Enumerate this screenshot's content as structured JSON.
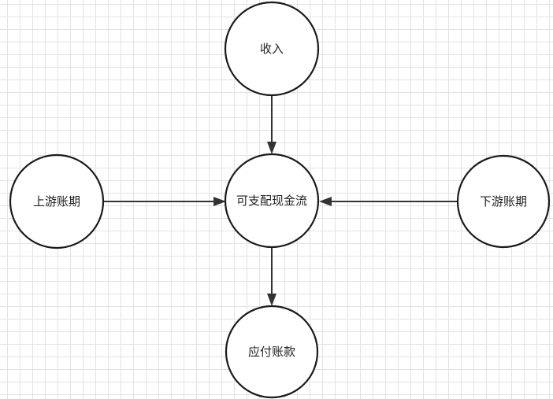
{
  "diagram": {
    "nodes": {
      "income": {
        "label": "收入"
      },
      "upstream": {
        "label": "上游账期"
      },
      "cashflow": {
        "label": "可支配现金流"
      },
      "downstream": {
        "label": "下游账期"
      },
      "payables": {
        "label": "应付账款"
      }
    },
    "edges": [
      {
        "from": "income",
        "to": "cashflow"
      },
      {
        "from": "upstream",
        "to": "cashflow"
      },
      {
        "from": "downstream",
        "to": "cashflow"
      },
      {
        "from": "cashflow",
        "to": "payables"
      }
    ]
  }
}
